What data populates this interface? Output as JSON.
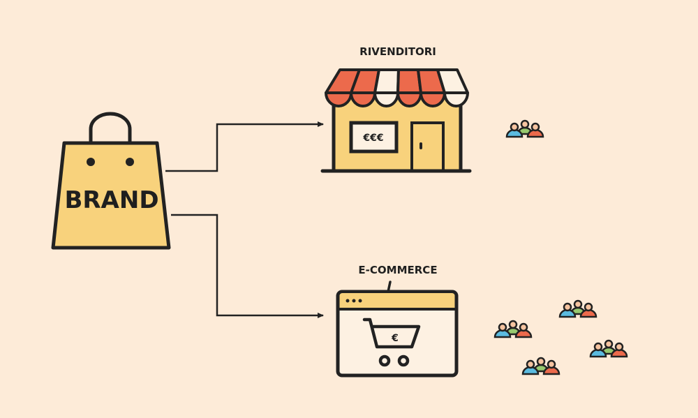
{
  "brand": {
    "label": "BRAND"
  },
  "retail": {
    "label": "RIVENDITORI",
    "window_text": "€€€"
  },
  "ecommerce": {
    "label": "E-COMMERCE",
    "cart_text": "€"
  },
  "customer_groups": {
    "retail_count": 1,
    "ecommerce_count": 4
  },
  "colors": {
    "background": "#fdebd8",
    "yellow": "#f8d27c",
    "red": "#ec6a4c",
    "cream": "#fdf1e2",
    "blue": "#5bbbe0",
    "green": "#97c96f",
    "skin": "#f6c4a0",
    "outline": "#222222"
  }
}
